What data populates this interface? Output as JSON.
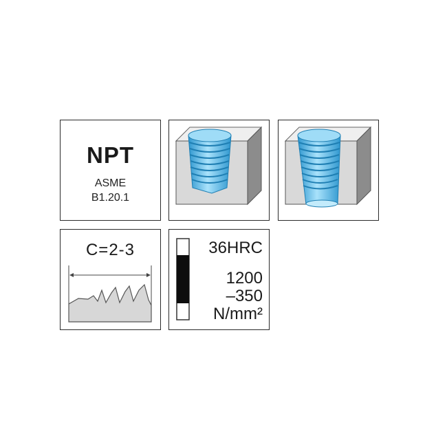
{
  "thread": {
    "standard": "NPT",
    "line1": "ASME",
    "line2": "B1.20.1"
  },
  "hole_types": [
    {
      "icon": "blind-hole-thread-icon"
    },
    {
      "icon": "through-hole-thread-icon"
    }
  ],
  "chamfer": {
    "label": "C=2-3",
    "icon": "chamfer-profile-icon"
  },
  "hardness": {
    "hrc": "36HRC",
    "strength_line1": "1200",
    "strength_line2": "–350",
    "unit": "N/mm²",
    "icon": "hardness-scale-icon"
  },
  "colors": {
    "thread_blue": "#4fb6e6",
    "block_face": "#d9d9d9",
    "block_side": "#8c8c8c"
  }
}
